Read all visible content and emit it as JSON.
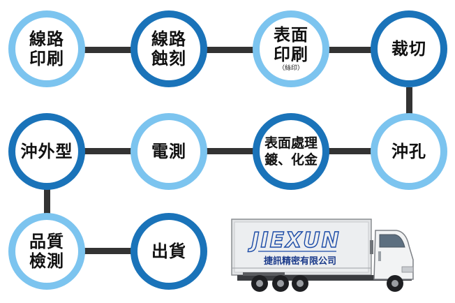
{
  "steps": [
    {
      "lines": [
        "線路",
        "印刷"
      ]
    },
    {
      "lines": [
        "線路",
        "蝕刻"
      ]
    },
    {
      "lines": [
        "表面",
        "印刷"
      ],
      "note": "（絲印）"
    },
    {
      "lines": [
        "裁切"
      ]
    },
    {
      "lines": [
        "沖孔"
      ]
    },
    {
      "lines": [
        "表面處理",
        "鍍、化金"
      ]
    },
    {
      "lines": [
        "電測"
      ]
    },
    {
      "lines": [
        "沖外型"
      ]
    },
    {
      "lines": [
        "品質",
        "檢測"
      ]
    },
    {
      "lines": [
        "出貨"
      ]
    }
  ],
  "truck": {
    "brand": "JIEXUN",
    "company": "捷訊精密有限公司"
  },
  "colors": {
    "ring_light": "#7cc4ef",
    "ring_dark": "#1a73b9",
    "connector": "#333333"
  }
}
